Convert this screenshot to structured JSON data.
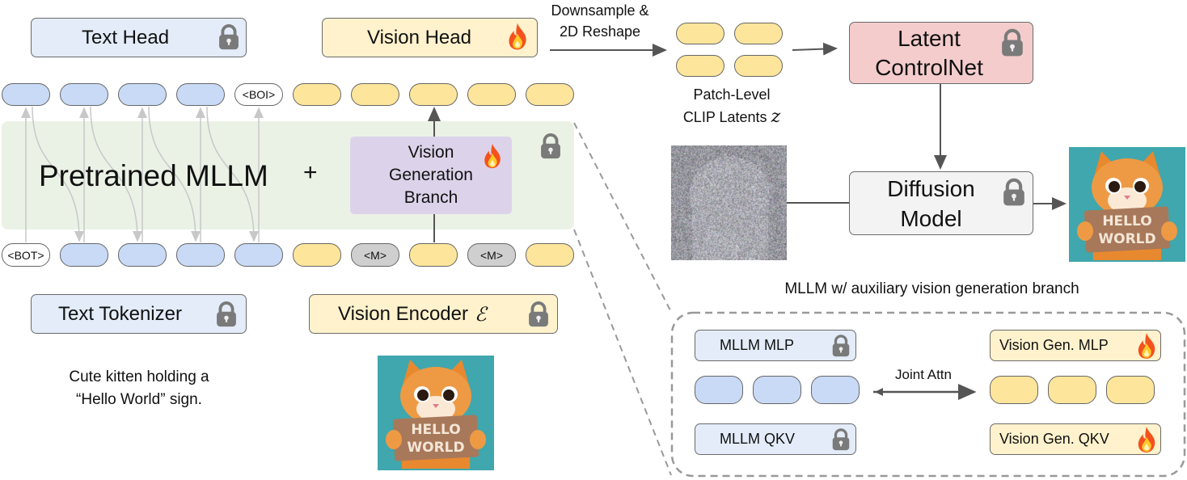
{
  "left": {
    "text_head": "Text Head",
    "vision_head": "Vision Head",
    "top_tokens": [
      {
        "label": "",
        "type": "text"
      },
      {
        "label": "",
        "type": "text"
      },
      {
        "label": "",
        "type": "text"
      },
      {
        "label": "",
        "type": "text"
      },
      {
        "label": "<BOI>",
        "type": "special"
      },
      {
        "label": "",
        "type": "vision"
      },
      {
        "label": "",
        "type": "vision"
      },
      {
        "label": "",
        "type": "vision"
      },
      {
        "label": "",
        "type": "vision"
      },
      {
        "label": "",
        "type": "vision"
      }
    ],
    "bottom_tokens": [
      {
        "label": "<BOT>",
        "type": "special"
      },
      {
        "label": "",
        "type": "text"
      },
      {
        "label": "",
        "type": "text"
      },
      {
        "label": "",
        "type": "text"
      },
      {
        "label": "",
        "type": "text"
      },
      {
        "label": "",
        "type": "vision"
      },
      {
        "label": "<M>",
        "type": "mask"
      },
      {
        "label": "",
        "type": "vision"
      },
      {
        "label": "<M>",
        "type": "mask"
      },
      {
        "label": "",
        "type": "vision"
      }
    ],
    "mllm_label": "Pretrained MLLM",
    "plus": "+",
    "branch_label": [
      "Vision",
      "Generation",
      "Branch"
    ],
    "text_tokenizer": "Text Tokenizer",
    "vision_encoder": "Vision Encoder",
    "encoder_symbol": "ℰ",
    "caption": [
      "Cute kitten holding a",
      "“Hello World” sign."
    ]
  },
  "pipeline": {
    "downsample_label": [
      "Downsample &",
      "2D Reshape"
    ],
    "latents_label": [
      "Patch-Level",
      "CLIP Latents"
    ],
    "latents_symbol": "z",
    "controlnet": [
      "Latent",
      "ControlNet"
    ],
    "diffusion": [
      "Diffusion",
      "Model"
    ]
  },
  "image_text": [
    "HELLO",
    "WORLD"
  ],
  "detail": {
    "title": "MLLM w/ auxiliary vision generation branch",
    "mllm_mlp": "MLLM MLP",
    "mllm_qkv": "MLLM QKV",
    "vg_mlp": "Vision Gen. MLP",
    "vg_qkv": "Vision Gen. QKV",
    "joint_attn": "Joint Attn"
  },
  "icons": {
    "frozen": "lock-icon",
    "trainable": "fire-icon"
  },
  "colors": {
    "text_token": "#c9daf6",
    "vision_token": "#fde59b",
    "mask_token": "#cfcfcf",
    "mllm_band": "#eaf2e6",
    "branch": "#dcd3ea",
    "controlnet": "#f4cccc",
    "diffusion": "#f3f3f3"
  }
}
